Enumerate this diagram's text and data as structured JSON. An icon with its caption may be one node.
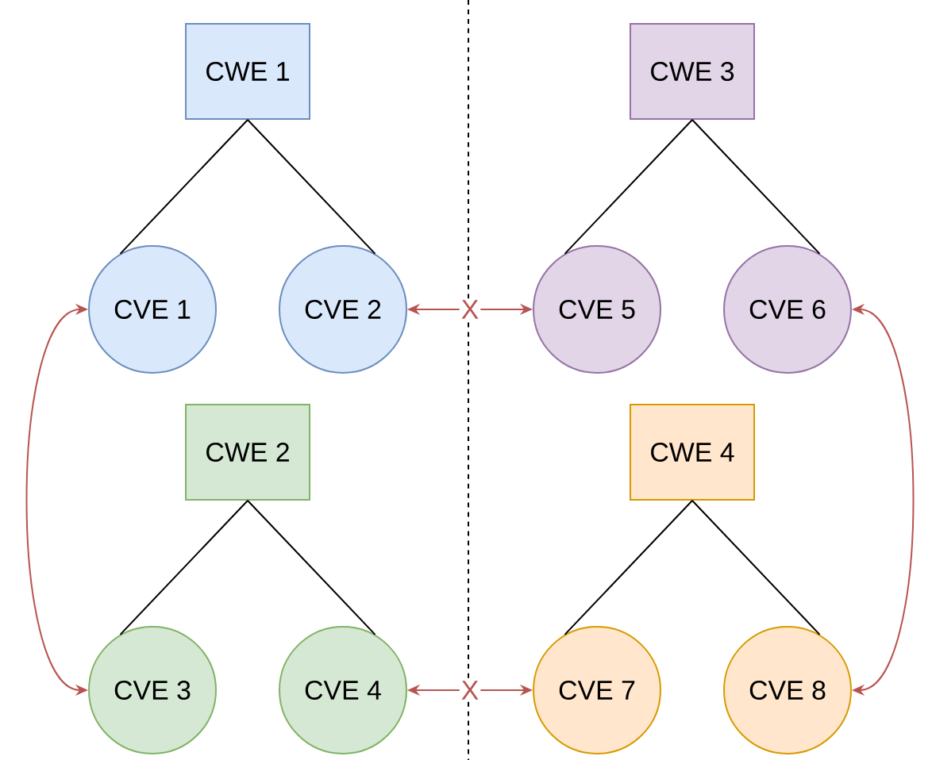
{
  "diagram": {
    "nodes": [
      {
        "text": [
          "CWE 1"
        ]
      },
      {
        "text": [
          "CVE 1"
        ]
      },
      {
        "text": [
          "CVE 2"
        ]
      },
      {
        "text": [
          "CWE 3"
        ]
      },
      {
        "text": [
          "CVE 5"
        ]
      },
      {
        "text": [
          "CVE 6"
        ]
      },
      {
        "text": [
          "CWE 2"
        ]
      },
      {
        "text": [
          "CVE 3"
        ]
      },
      {
        "text": [
          "CVE 4"
        ]
      },
      {
        "text": [
          "CWE 4"
        ]
      },
      {
        "text": [
          "CVE 7"
        ]
      },
      {
        "text": [
          "CVE 8"
        ]
      }
    ],
    "edges": [
      {
        "from": 0,
        "to": 1,
        "arrow": "none"
      },
      {
        "from": 0,
        "to": 2,
        "arrow": "none"
      },
      {
        "from": 3,
        "to": 4,
        "arrow": "none"
      },
      {
        "from": 3,
        "to": 5,
        "arrow": "none"
      },
      {
        "from": 6,
        "to": 7,
        "arrow": "none"
      },
      {
        "from": 6,
        "to": 8,
        "arrow": "none"
      },
      {
        "from": 9,
        "to": 10,
        "arrow": "none"
      },
      {
        "from": 9,
        "to": 11,
        "arrow": "none"
      },
      {
        "from": 2,
        "to": 4,
        "arrow": "both",
        "label": "X",
        "color": "#b85450"
      },
      {
        "from": 8,
        "to": 10,
        "arrow": "both",
        "label": "X",
        "color": "#b85450"
      },
      {
        "from": 1,
        "to": 7,
        "arrow": "both",
        "color": "#b85450"
      },
      {
        "from": 5,
        "to": 11,
        "arrow": "both",
        "color": "#b85450"
      }
    ]
  }
}
